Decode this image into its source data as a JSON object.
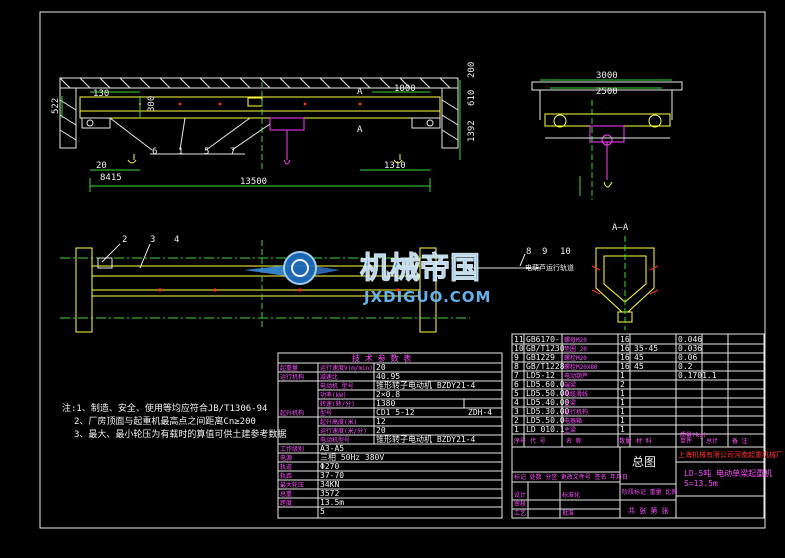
{
  "front_view": {
    "dims": {
      "d522": "522",
      "d130": "130",
      "d300": "300",
      "d1000": "1000",
      "d200": "200",
      "d1392": "1392",
      "d610": "610",
      "d13500": "13500",
      "d1310": "1310",
      "d20": "20",
      "d8415": "8415",
      "dA": "A"
    },
    "callouts": [
      "6",
      "1",
      "5",
      "7"
    ]
  },
  "side_view": {
    "dims": {
      "d3000": "3000",
      "d2500": "2500"
    }
  },
  "plan_view": {
    "callouts": [
      "2",
      "3",
      "4",
      "8",
      "9",
      "10"
    ],
    "label": "电葫芦运行轨道"
  },
  "section": {
    "label": "A—A"
  },
  "notes": [
    "注:1、制造、安全、使用等均应符合JB/T1306-94",
    "2、厂房顶面与起重机最高点之间距离Cn≥200",
    "3、最大、最小轮压为有载时的算值可供土建参考数据"
  ],
  "spec_table": {
    "title": "技 术 参 数 表",
    "rows": [
      [
        "起重量",
        "运行速度V(m/min)",
        "20"
      ],
      [
        "运行机构",
        "减速比",
        "40.95"
      ],
      [
        "",
        "电动机 型号",
        "锥形转子电动机 BZDY21-4"
      ],
      [
        "",
        "功率(kW)",
        "2×0.8"
      ],
      [
        "",
        "转速(转/分)",
        "1380"
      ],
      [
        "起升机构",
        "型号",
        "CD1 5-12",
        "ZDH-4"
      ],
      [
        "",
        "起升高度(米)",
        "12"
      ],
      [
        "",
        "运行速度(米/分)",
        "20"
      ],
      [
        "",
        "电动机型号",
        "锥形转子电动机 BZDY21-4"
      ],
      [
        "工作级别",
        "",
        "A3-A5"
      ],
      [
        "电源",
        "",
        "三相 50Hz 380V"
      ],
      [
        "轨道",
        "",
        "Φ270"
      ],
      [
        "轨距",
        "",
        "37-70"
      ],
      [
        "最大轮压",
        "",
        "34KN"
      ],
      [
        "总重",
        "",
        "3572"
      ],
      [
        "跨度",
        "",
        "13.5m"
      ],
      [
        "",
        "",
        "5"
      ]
    ]
  },
  "parts_table": {
    "rows": [
      [
        "11",
        "GB6170-",
        "螺母M20",
        "16",
        "",
        "0.046"
      ],
      [
        "10",
        "GB/T1230",
        "垫圈 20",
        "16",
        "35-45",
        "0.036"
      ],
      [
        "9",
        "GB1229",
        "螺栓M20",
        "16",
        "45",
        "0.06"
      ],
      [
        "8",
        "GB/T1228",
        "螺栓M20X80",
        "16",
        "45",
        "0.2"
      ],
      [
        "7",
        "LD5-12",
        "电动葫芦",
        "1",
        "",
        "0.1701.1"
      ],
      [
        "6",
        "LD5.60.0",
        "端梁",
        "2",
        "",
        ""
      ],
      [
        "5",
        "LD5.50.00",
        "电缆滑线",
        "1",
        "",
        ""
      ],
      [
        "4",
        "LD5.40.00",
        "主梁",
        "1",
        "",
        ""
      ],
      [
        "3",
        "LD5.30.00",
        "运行机构",
        "1",
        "",
        ""
      ],
      [
        "2",
        "LD5.50.0",
        "电器箱",
        "1",
        "",
        ""
      ],
      [
        "1",
        "LD 010.1",
        "主梁",
        "1",
        "",
        ""
      ]
    ],
    "header": [
      "序号",
      "代 号",
      "名 称",
      "数量",
      "材 料",
      "单件",
      "总计",
      "备 注"
    ],
    "weight_label": "质量(kg)"
  },
  "title_block": {
    "drawing_name": "总图",
    "model": "LD-5吨 电动单梁起重机",
    "model2": "S=13.5m",
    "company": "上海机械有限公司河南起重机械厂",
    "approval": "标记 处数 分区 更改文件号 签名 年月日",
    "stage": "阶段标记 重量 比例",
    "sheet": "共 张 第 张",
    "design": "设计",
    "check": "审核",
    "craft": "工艺",
    "standard": "标准化",
    "approve": "批准"
  },
  "watermark": {
    "title": "机械帝国",
    "url": "JXDIGUO.COM"
  }
}
